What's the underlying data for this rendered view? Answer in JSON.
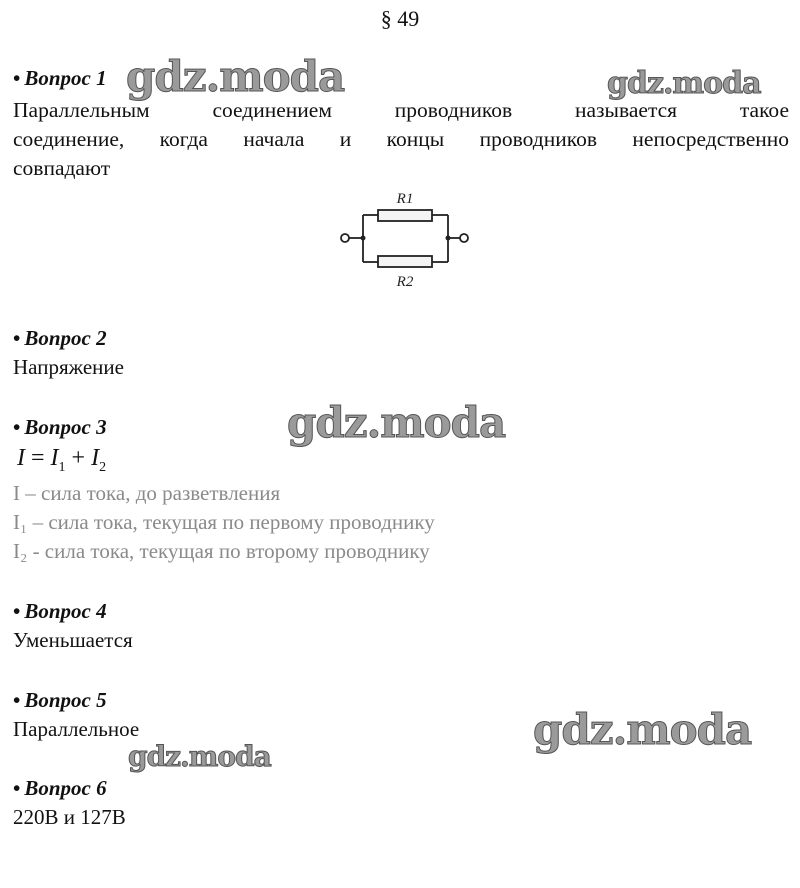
{
  "section_title": "§ 49",
  "watermark": "gdz.moda",
  "questions": [
    {
      "label": "Вопрос 1",
      "answer_lines": [
        "Параллельным соединением проводников называется такое",
        "соединение, когда начала и концы проводников непосредственно",
        "совпадают"
      ],
      "diagram": {
        "r1_label": "R1",
        "r2_label": "R2"
      }
    },
    {
      "label": "Вопрос 2",
      "answer": "Напряжение"
    },
    {
      "label": "Вопрос 3",
      "formula": {
        "lhs": "I",
        "eq": "=",
        "t1": "I",
        "s1": "1",
        "plus": "+",
        "t2": "I",
        "s2": "2"
      },
      "notes": [
        "I – сила тока, до разветвления",
        "I₁ – сила тока, текущая по первому проводнику",
        "I₂ -  сила тока, текущая по второму проводнику"
      ]
    },
    {
      "label": "Вопрос 4",
      "answer": "Уменьшается"
    },
    {
      "label": "Вопрос 5",
      "answer": "Параллельное"
    },
    {
      "label": "Вопрос 6",
      "answer": "220В и 127В"
    }
  ],
  "colors": {
    "text": "#111111",
    "grey_text": "#8a8a8a",
    "watermark": "#9a9a9a"
  }
}
